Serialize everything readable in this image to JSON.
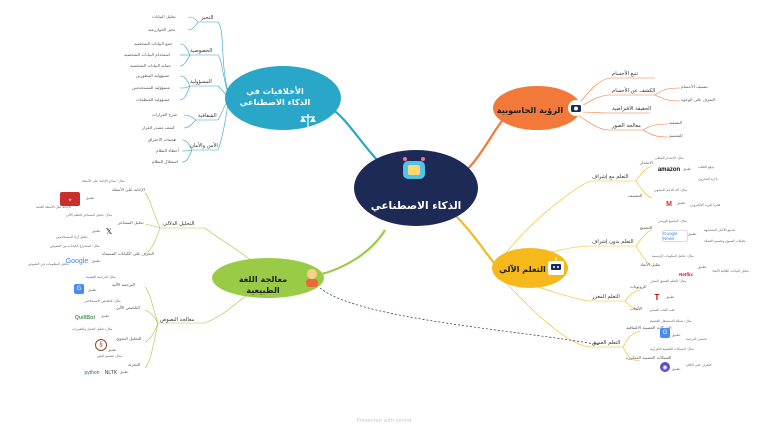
{
  "center": {
    "title": "الذكاء الاصطناعي"
  },
  "colors": {
    "center": "#1d2a55",
    "vision": "#f2793a",
    "ml": "#f6b91b",
    "nlp": "#9acb46",
    "ethics": "#2aa6c9"
  },
  "vision": {
    "title": "الرؤية الحاسوبية",
    "subs": {
      "tracking": "تتبع الأجسام",
      "detection": "الكشف عن الأجسام",
      "detection_children": [
        "تصنيف الأجسام",
        "التعرف على الوجوه"
      ],
      "ar": "الحقيقة الافتراضية",
      "processing": "معالجة الصور",
      "processing_children": [
        "التصفية",
        "التقسيم"
      ]
    }
  },
  "ml": {
    "title": "التعلم الآلي",
    "supervised": {
      "label": "التعلم مع إشراف",
      "regression": "الانحدار",
      "regression_example": "مثال: الانحدار الخطي",
      "regression_apps": [
        "توقع الطلب",
        "إدارة المخزون"
      ],
      "amazon_used": "تطبيق",
      "classification": "التصنيف",
      "classification_example": "مثال: آلة الدعم المتجهي",
      "classification_app": "فلترة البريد الإلكتروني",
      "gmail_used": "تطبيق"
    },
    "unsupervised": {
      "label": "التعلم بدون إشراف",
      "clustering": "التجميع",
      "clustering_example": "مثال: التجميع الهرمي",
      "clustering_apps": [
        "تجميع الأخبار المتشابهة",
        "تحليلات السوق وتقسيم العملاء"
      ],
      "gnews_used": "تطبيق",
      "reduction": "تقليل الأبعاد",
      "reduction_example": "مثال: تحليل المكونات الرئيسية",
      "reduction_app": "تحليل البيانات العالية الأبعاد",
      "netflix_used": "تطبيق"
    },
    "reinforcement": {
      "label": "التعلم المعزز",
      "robotics": "الروبوتات",
      "robotics_example": "مثال: التعلم العميق المعزز",
      "tesla_used": "تطبيق",
      "games": "الألعاب",
      "games_app": "لعب ألعاب الفيديو"
    },
    "deep": {
      "label": "التعلم العميق",
      "cnn": "الشبكات العصبية الالتفافية",
      "cnn_example": "مثال: شبكة الاستشعار العصبية",
      "cnn_used": "تطبيق",
      "cnn_app": "تحسين الترجمة",
      "rnn": "الشبكات العصبية المتكررة",
      "rnn_example": "مثال: الشبكات العصبية التكرارية",
      "rnn_used": "تطبيق",
      "rnn_app": "التعرف على الكلام"
    }
  },
  "nlp": {
    "title": "معالجة اللغة الطبيعية",
    "semantic": {
      "label": "التحليل الدلالي",
      "qa": "الإجابة على الأسئلة",
      "qa_example": "مثال: نماذج الإجابة على الأسئلة",
      "qa_used": "تطبيق",
      "qa_app": "الإجابة على الأسئلة العامة",
      "sentiment": "تحليل المشاعر",
      "sentiment_example": "مثال: تحليل المشاعر بالتعلم الآلي",
      "sentiment_app": "تحليل آراء المستخدمين",
      "x_used": "تطبيق",
      "entities": "التعرف على الكيانات المسماة",
      "entities_example": "مثال: استخراج الكيانات من النصوص",
      "entities_app": "تحليل المعلومات في النصوص",
      "google_used": "تطبيق"
    },
    "text": {
      "label": "معالجة النصوص",
      "translation": "الترجمة الآلية",
      "translation_example": "مثال: الترجمة العصبية",
      "translation_used": "تطبيق",
      "summarization": "التلخيص الآلي",
      "summarization_example": "مثال: التلخيص الاستخلاصي",
      "summarization_used": "تطبيق",
      "grammar": "التحليل النحوي",
      "grammar_example": "مثال: تحليل الجمل والتعبيرات",
      "grammar_used": "تطبيق",
      "tokenization": "التجزئة",
      "tokenization_example": "مثال: تقسيم النص",
      "tokenization_used": "تطبيق"
    },
    "logos": {
      "quillbot": "QuillBot",
      "python": "python",
      "nltk": "NLTK",
      "google": "Google"
    }
  },
  "ethics": {
    "title": "الأخلاقيات في الذكاء الاصطناعي",
    "bias": {
      "label": "التحيز",
      "items": [
        "تحليل البيانات",
        "تحيز الخوارزمية"
      ]
    },
    "privacy": {
      "label": "الخصوصية",
      "items": [
        "جمع البيانات الشخصية",
        "استخدام البيانات الشخصية",
        "حماية البيانات الشخصية"
      ]
    },
    "accountability": {
      "label": "المسؤولية",
      "items": [
        "مسؤولية المطورين",
        "مسؤولية المستخدمين",
        "مسؤولية المنظمات"
      ]
    },
    "transparency": {
      "label": "الشفافية",
      "items": [
        "شرح القرارات",
        "كشف مصدر القرار"
      ]
    },
    "safety": {
      "label": "الأمن والأمان",
      "items": [
        "هجمات الاختراق",
        "أخطاء النظام",
        "استقلال النظام"
      ]
    }
  },
  "footer": "Presented with xmind"
}
